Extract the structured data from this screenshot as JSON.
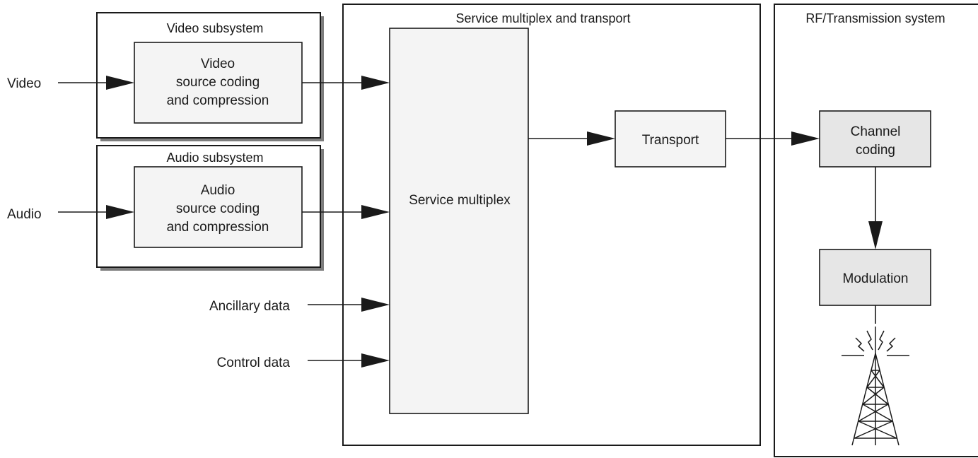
{
  "panels": {
    "video_subsystem": "Video subsystem",
    "audio_subsystem": "Audio subsystem",
    "service_multiplex_transport": "Service multiplex and transport",
    "rf_transmission": "RF/Transmission system"
  },
  "inputs": {
    "video": "Video",
    "audio": "Audio",
    "ancillary": "Ancillary data",
    "control": "Control data"
  },
  "blocks": {
    "video_coding": [
      "Video",
      "source coding",
      "and compression"
    ],
    "audio_coding": [
      "Audio",
      "source coding",
      "and compression"
    ],
    "service_multiplex": "Service multiplex",
    "transport": "Transport",
    "channel_coding": [
      "Channel",
      "coding"
    ],
    "modulation": "Modulation"
  },
  "icons": {
    "antenna": "transmission-tower-icon"
  }
}
